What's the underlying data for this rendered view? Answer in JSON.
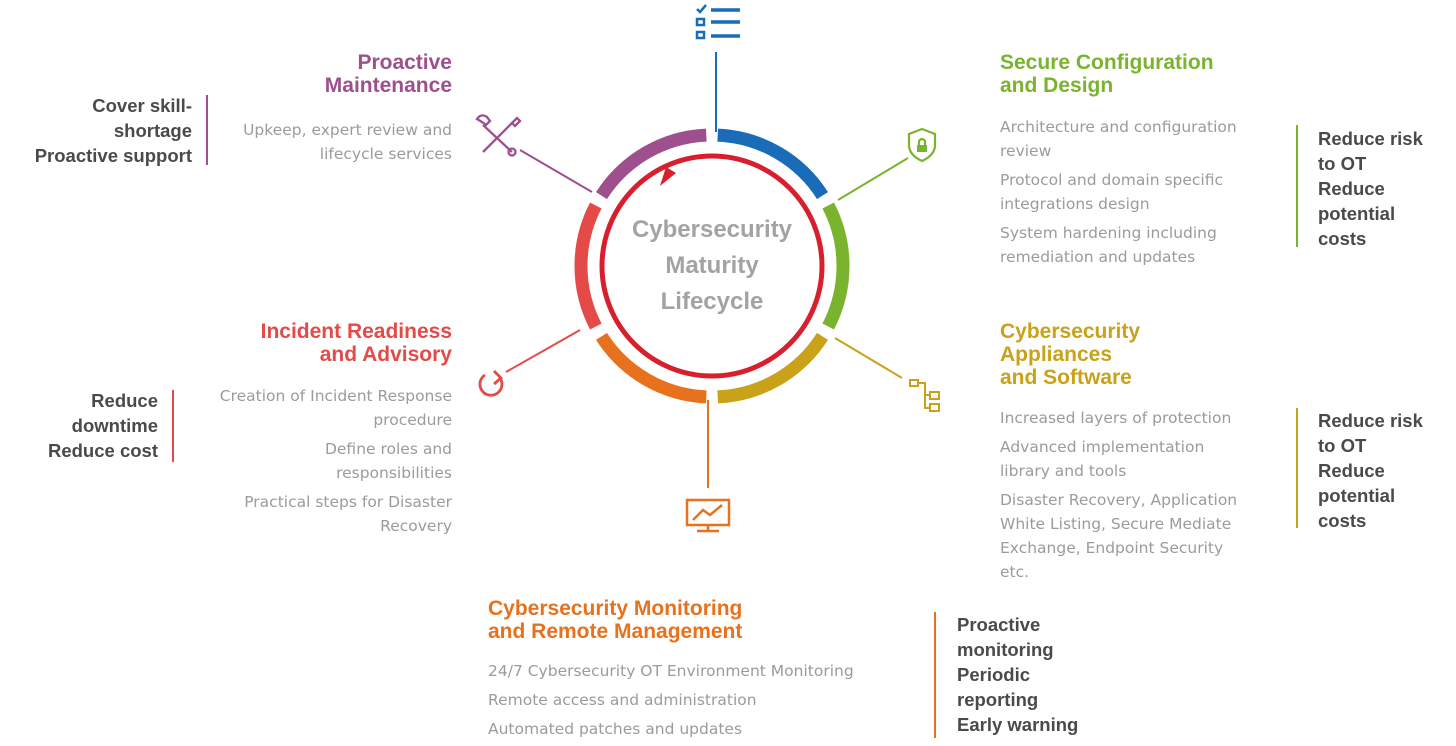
{
  "center": {
    "lines": [
      "Cybersecurity",
      "Maturity",
      "Lifecycle"
    ]
  },
  "colors": {
    "blue": "#1a6bb8",
    "green": "#7ab32e",
    "gold": "#c9a21a",
    "orange": "#e8711d",
    "red": "#e44a48",
    "purple": "#9d4f8e",
    "inner_arrow": "#d81f2e"
  },
  "sections": {
    "proactive_maintenance": {
      "title": [
        "Proactive",
        "Maintenance"
      ],
      "items": [
        [
          "Upkeep, expert review and",
          "lifecycle services"
        ]
      ],
      "benefits": [
        "Cover skill-",
        "shortage",
        "Proactive support"
      ],
      "icon": "tools-icon"
    },
    "secure_configuration": {
      "title": [
        "Secure Configuration",
        "and Design"
      ],
      "items": [
        [
          "Architecture and configuration",
          "review"
        ],
        [
          "Protocol and domain specific",
          "integrations design"
        ],
        [
          "System hardening including",
          "remediation and updates"
        ]
      ],
      "benefits": [
        "Reduce risk",
        "to OT",
        "Reduce",
        "potential",
        "costs"
      ],
      "icon": "shield-lock-icon"
    },
    "incident_readiness": {
      "title": [
        "Incident Readiness",
        "and Advisory"
      ],
      "items": [
        [
          "Creation of Incident Response",
          "procedure"
        ],
        [
          "Define roles and",
          "responsibilities"
        ],
        [
          "Practical steps for Disaster",
          "Recovery"
        ]
      ],
      "benefits": [
        "Reduce",
        "downtime",
        "Reduce cost"
      ],
      "icon": "refresh-icon"
    },
    "appliances_software": {
      "title": [
        "Cybersecurity",
        "Appliances",
        "and Software"
      ],
      "items": [
        [
          "Increased layers of protection"
        ],
        [
          "Advanced implementation",
          "library and tools"
        ],
        [
          "Disaster Recovery, Application",
          "White Listing, Secure Mediate",
          "Exchange, Endpoint Security",
          "etc."
        ]
      ],
      "benefits": [
        "Reduce risk",
        "to OT",
        "Reduce",
        "potential",
        "costs"
      ],
      "icon": "network-tree-icon"
    },
    "monitoring": {
      "title": [
        "Cybersecurity Monitoring",
        "and Remote Management"
      ],
      "items": [
        [
          "24/7 Cybersecurity OT Environment Monitoring"
        ],
        [
          "Remote access and administration"
        ],
        [
          "Automated patches and updates"
        ]
      ],
      "benefits": [
        "Proactive",
        "monitoring",
        "Periodic",
        "reporting",
        "Early warning"
      ],
      "icon": "monitor-chart-icon"
    },
    "top_checklist": {
      "icon": "checklist-icon"
    }
  }
}
